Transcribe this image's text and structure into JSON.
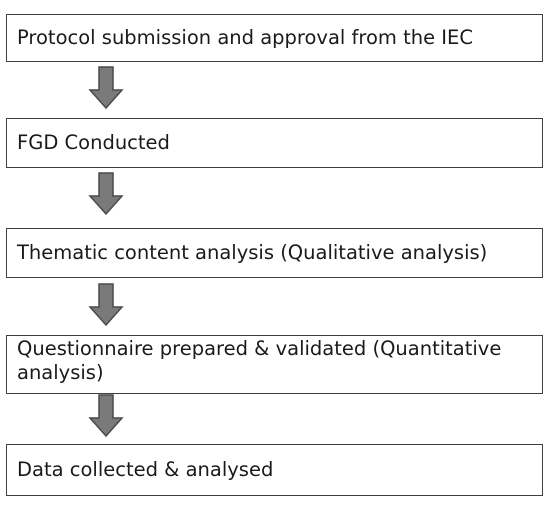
{
  "flowchart": {
    "steps": [
      {
        "label": "Protocol submission and approval from the IEC"
      },
      {
        "label": "FGD Conducted"
      },
      {
        "label": "Thematic content analysis (Qualitative analysis)"
      },
      {
        "label": "Questionnaire prepared & validated (Quantitative analysis)"
      },
      {
        "label": "Data collected & analysed"
      }
    ],
    "arrow_color": "#7a7a7a",
    "arrow_stroke": "#4a4a4a",
    "box_border_color": "#3f3f3f"
  }
}
